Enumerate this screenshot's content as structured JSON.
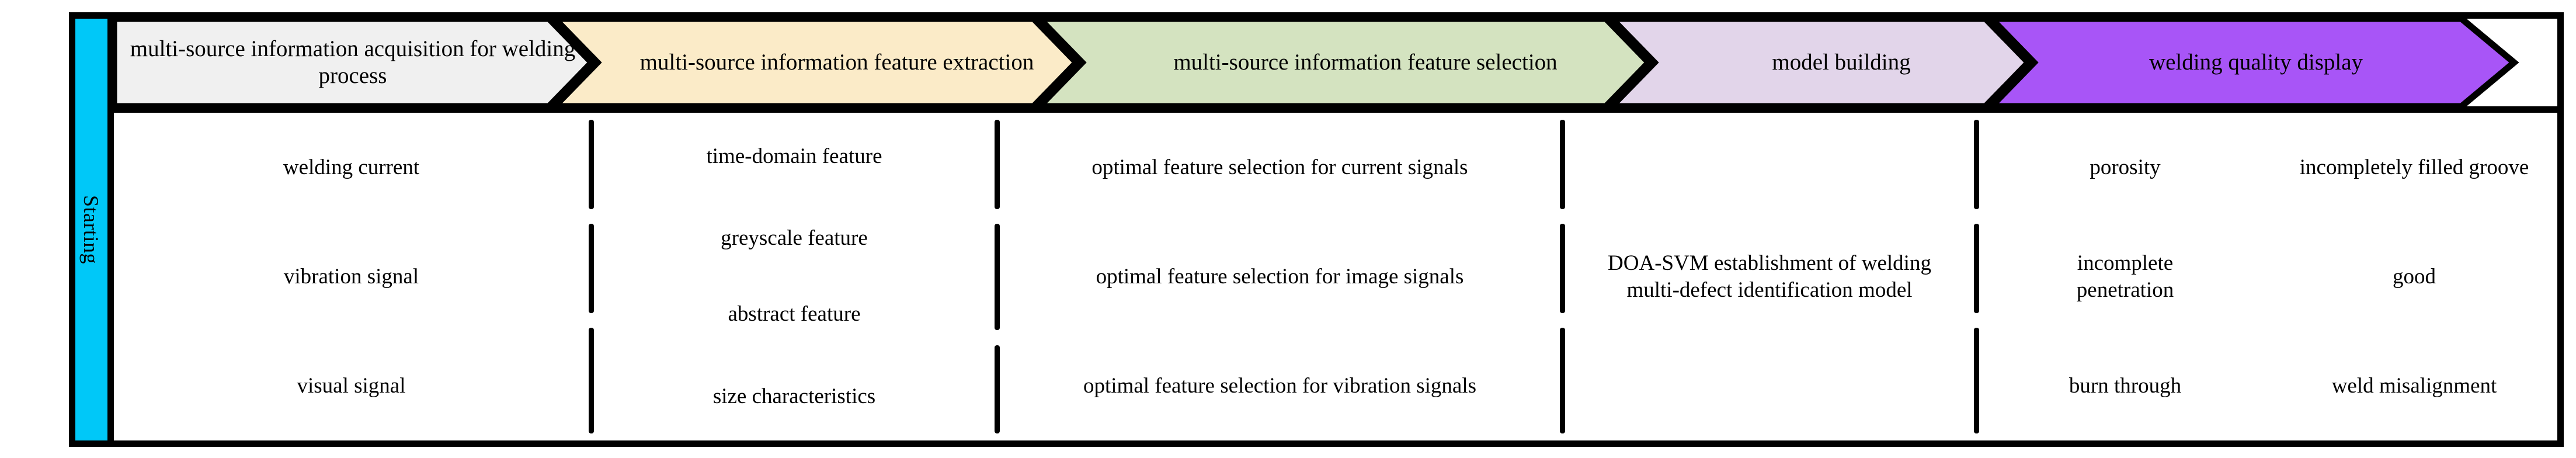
{
  "diagram": {
    "title_bar": {
      "label": "Starting",
      "color": "#00C8F8"
    },
    "stages": [
      {
        "name": "acquisition",
        "label": "multi-source information acquisition for welding process",
        "color": "#F0F0F0"
      },
      {
        "name": "feature-extraction",
        "label": "multi-source information feature extraction",
        "color": "#FBEBC8"
      },
      {
        "name": "feature-selection",
        "label": "multi-source information feature selection",
        "color": "#D4E3C0"
      },
      {
        "name": "model-building",
        "label": "model building",
        "color": "#E2D5EA"
      },
      {
        "name": "quality-display",
        "label": "welding quality display",
        "color": "#A855F7"
      }
    ],
    "columns": [
      {
        "name": "acquisition-items",
        "items": [
          "welding current",
          "vibration signal",
          "visual signal"
        ]
      },
      {
        "name": "feature-extraction-items",
        "items": [
          "time-domain feature",
          "greyscale feature",
          "abstract feature",
          "size characteristics"
        ]
      },
      {
        "name": "feature-selection-items",
        "items": [
          "optimal feature selection for current signals",
          "optimal feature selection for image signals",
          "optimal feature selection for vibration signals"
        ]
      },
      {
        "name": "model-building-items",
        "items": [
          "DOA-SVM establishment of welding multi-defect identification model"
        ]
      },
      {
        "name": "quality-display-defects",
        "items": [
          "porosity",
          "incomplete penetration",
          "burn through"
        ]
      },
      {
        "name": "quality-display-results",
        "items": [
          "incompletely filled groove",
          "good",
          "weld misalignment"
        ]
      }
    ]
  }
}
